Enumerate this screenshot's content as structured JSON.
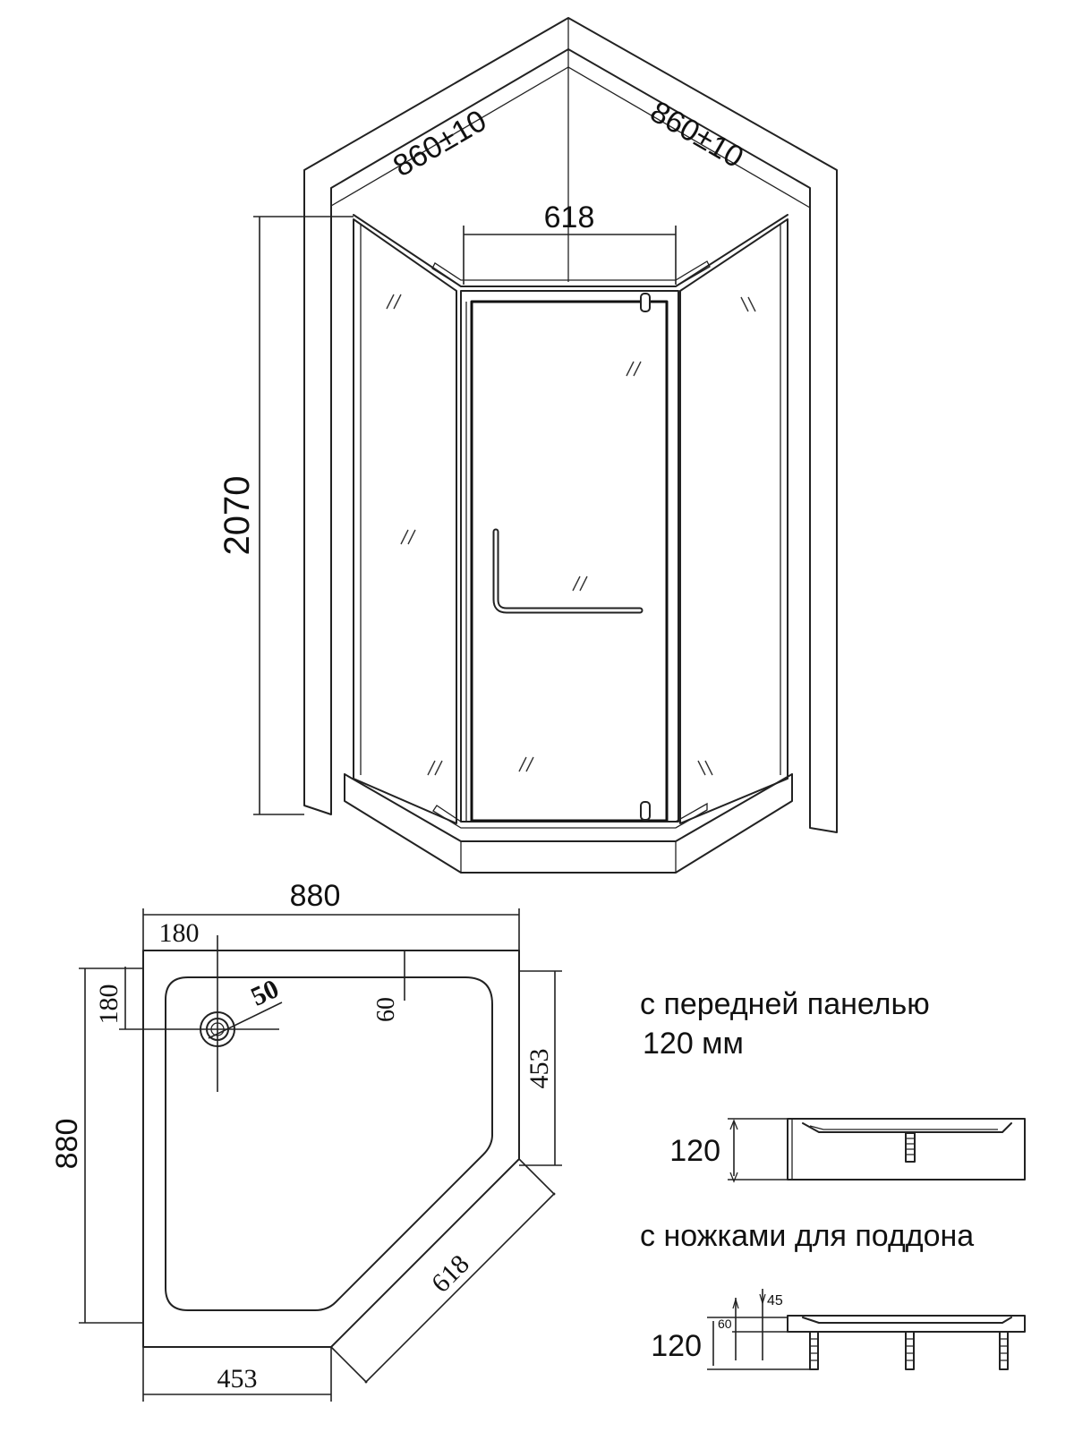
{
  "shower": {
    "wall_left_dim": "860±10",
    "wall_right_dim": "860±10",
    "door_width_dim": "618",
    "height_dim": "2070"
  },
  "tray": {
    "width_dim": "880",
    "depth_dim": "880",
    "drain_offset_x": "180",
    "drain_offset_y": "180",
    "drain_diameter": "50",
    "rim_width": "60",
    "side_right": "453",
    "side_bottom": "453",
    "front_diagonal": "618"
  },
  "options": {
    "panel_title_line1": "с передней панелью",
    "panel_title_line2": "120 мм",
    "panel_height": "120",
    "legs_title": "с ножками для поддона",
    "legs_height": "120",
    "legs_sub_a": "60",
    "legs_sub_b": "45"
  }
}
